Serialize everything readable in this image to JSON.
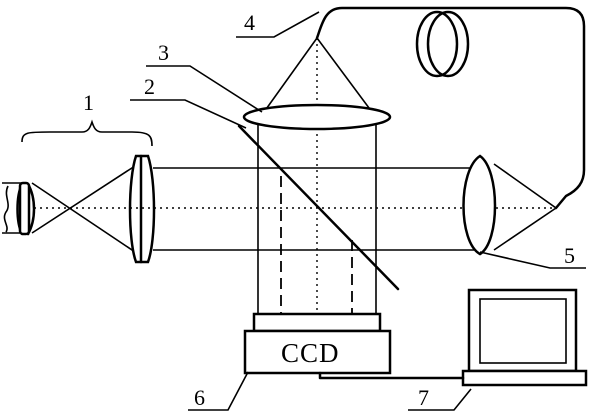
{
  "labels": {
    "l1": "1",
    "l2": "2",
    "l3": "3",
    "l4": "4",
    "l5": "5",
    "l6": "6",
    "l7": "7"
  },
  "ccd": {
    "text": "CCD"
  }
}
